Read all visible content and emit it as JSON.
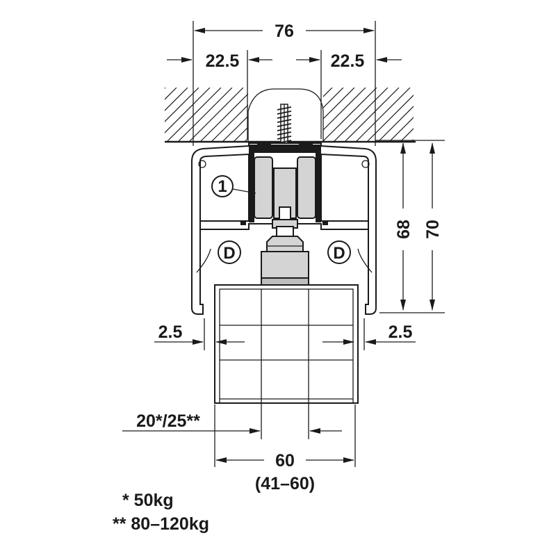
{
  "dimensions": {
    "overall_width": "76",
    "left_offset": "22.5",
    "right_offset": "22.5",
    "inner_height": "68",
    "overall_height": "70",
    "left_gap": "2.5",
    "right_gap": "2.5",
    "door_thickness": "20*/25**",
    "door_width": "60",
    "door_width_range": "(41–60)"
  },
  "markers": {
    "item_1": "1",
    "detail_left": "D",
    "detail_right": "D"
  },
  "notes": {
    "note_1": "* 50kg",
    "note_2": "** 80–120kg"
  }
}
